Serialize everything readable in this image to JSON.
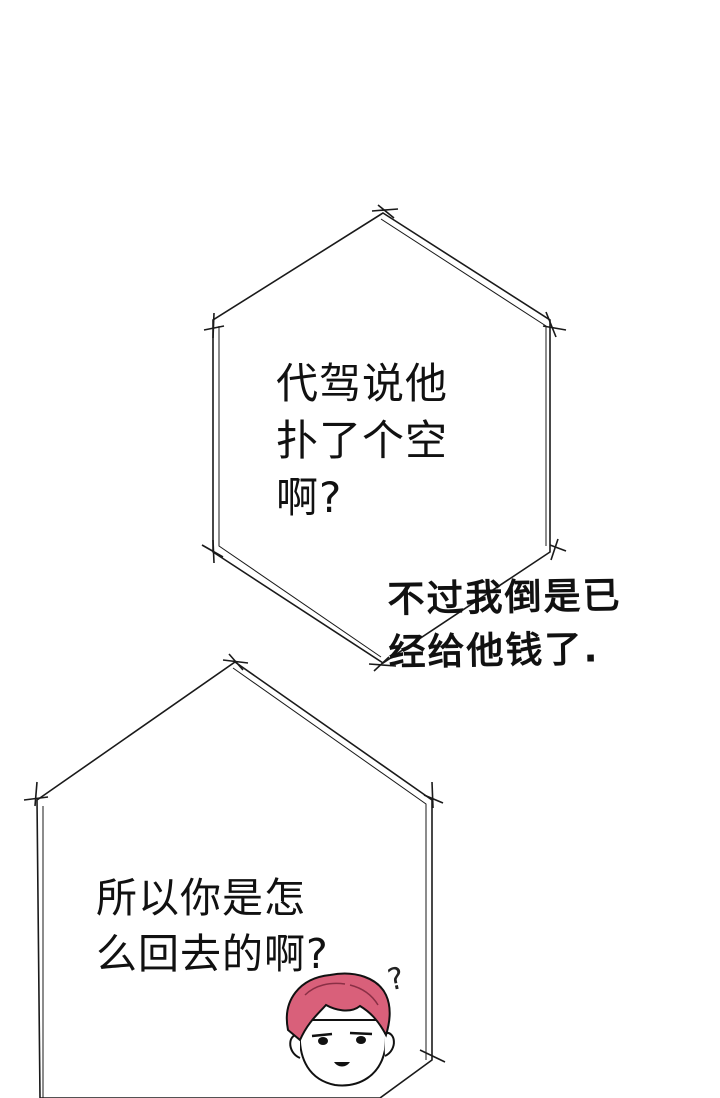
{
  "bubble_top": {
    "lines": [
      "代驾说他",
      "扑了个空",
      "啊?"
    ]
  },
  "aside": {
    "lines": [
      "不过我倒是已",
      "经给他钱了."
    ]
  },
  "bubble_bottom": {
    "lines": [
      "所以你是怎",
      "么回去的啊?"
    ]
  },
  "character": {
    "hair_color": "#d9607a",
    "question_mark": "?"
  },
  "colors": {
    "background": "#ffffff",
    "outline": "#111111",
    "bubble_border": "#1a1a1a"
  }
}
